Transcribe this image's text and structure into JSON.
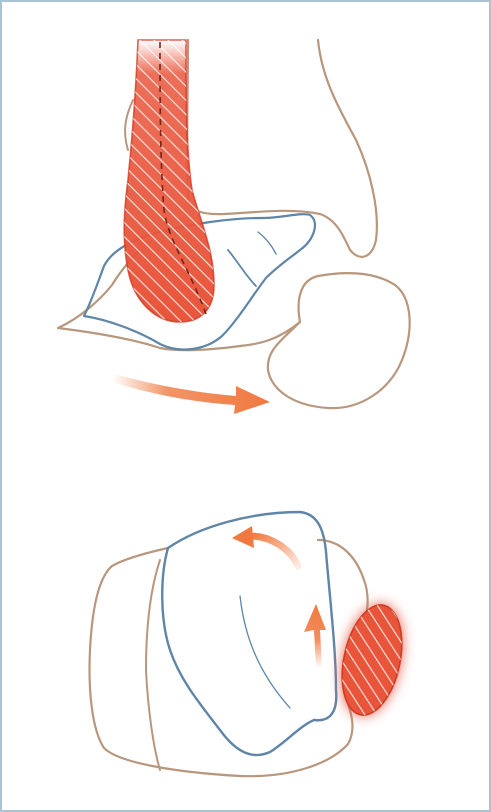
{
  "figure": {
    "panels": [
      {
        "id": "upper",
        "arrows": [
          "orange-arrow-right"
        ]
      },
      {
        "id": "lower",
        "arrows": [
          "orange-arrow-curved",
          "orange-arrow-up"
        ]
      }
    ]
  },
  "colors": {
    "border": "#a9c4d3",
    "bone_outline": "#b9977c",
    "highlight_outline": "#5f86a8",
    "tendon_fill": "#e9553b",
    "tendon_stroke": "#d23a24",
    "arrow": "#f0793f"
  },
  "icons": {
    "upper_arrow": "arrow-right",
    "lower_arrow_1": "arrow-curved-left",
    "lower_arrow_2": "arrow-up"
  }
}
